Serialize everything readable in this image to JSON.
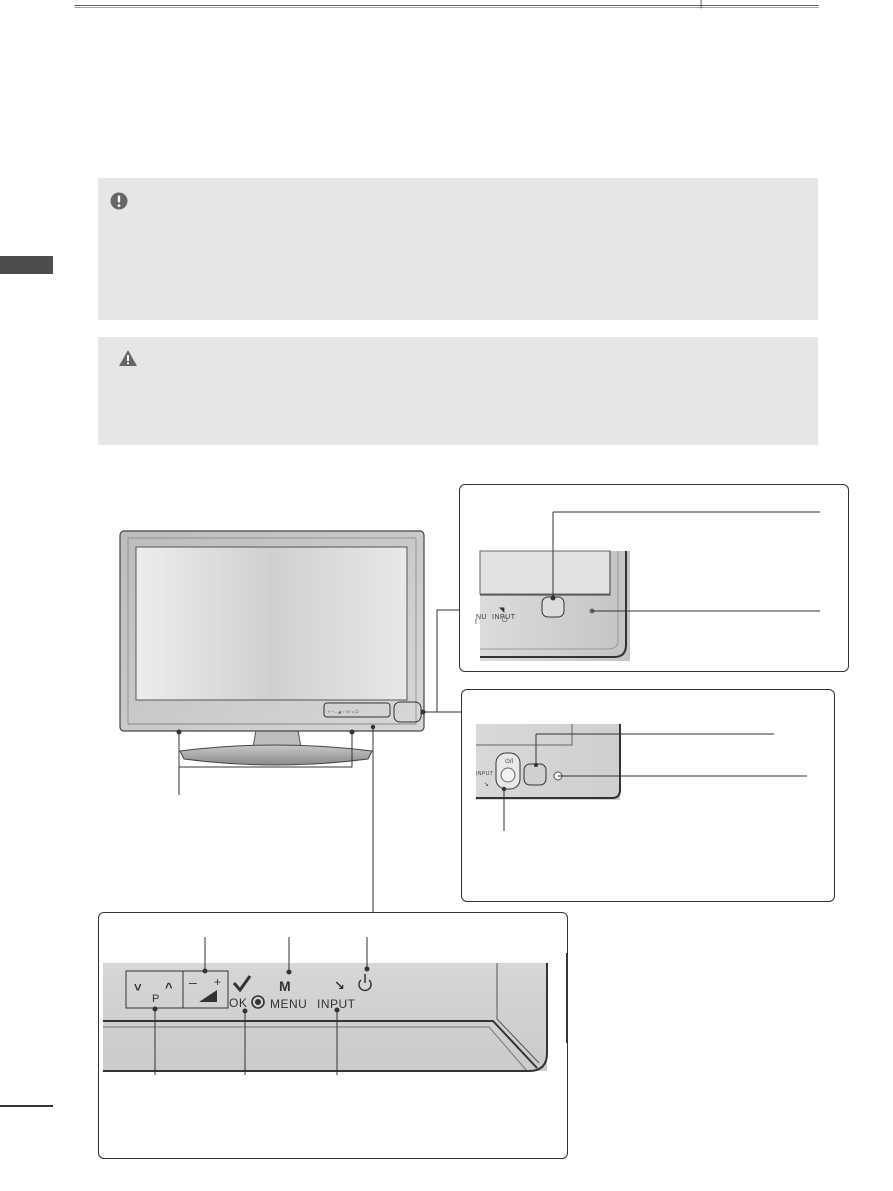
{
  "colors": {
    "note_bg": "#e6e6e6",
    "tab_marker": "#4d4d4d",
    "line": "#333333"
  },
  "icons": {
    "note": "exclamation-circle-icon",
    "caution": "warning-triangle-icon",
    "power": "power-icon",
    "menu": "menu-m-icon",
    "input": "input-arrow-icon",
    "ok": "check-icon"
  },
  "front_panel": {
    "menu_label": "MENU",
    "input_label": "INPUT",
    "ok_label": "OK",
    "prog_label": "P"
  },
  "callout_top": {
    "menu_partial": "NU",
    "input_label": "INPUT"
  },
  "callout_mid": {
    "input_label": "INPUT"
  }
}
